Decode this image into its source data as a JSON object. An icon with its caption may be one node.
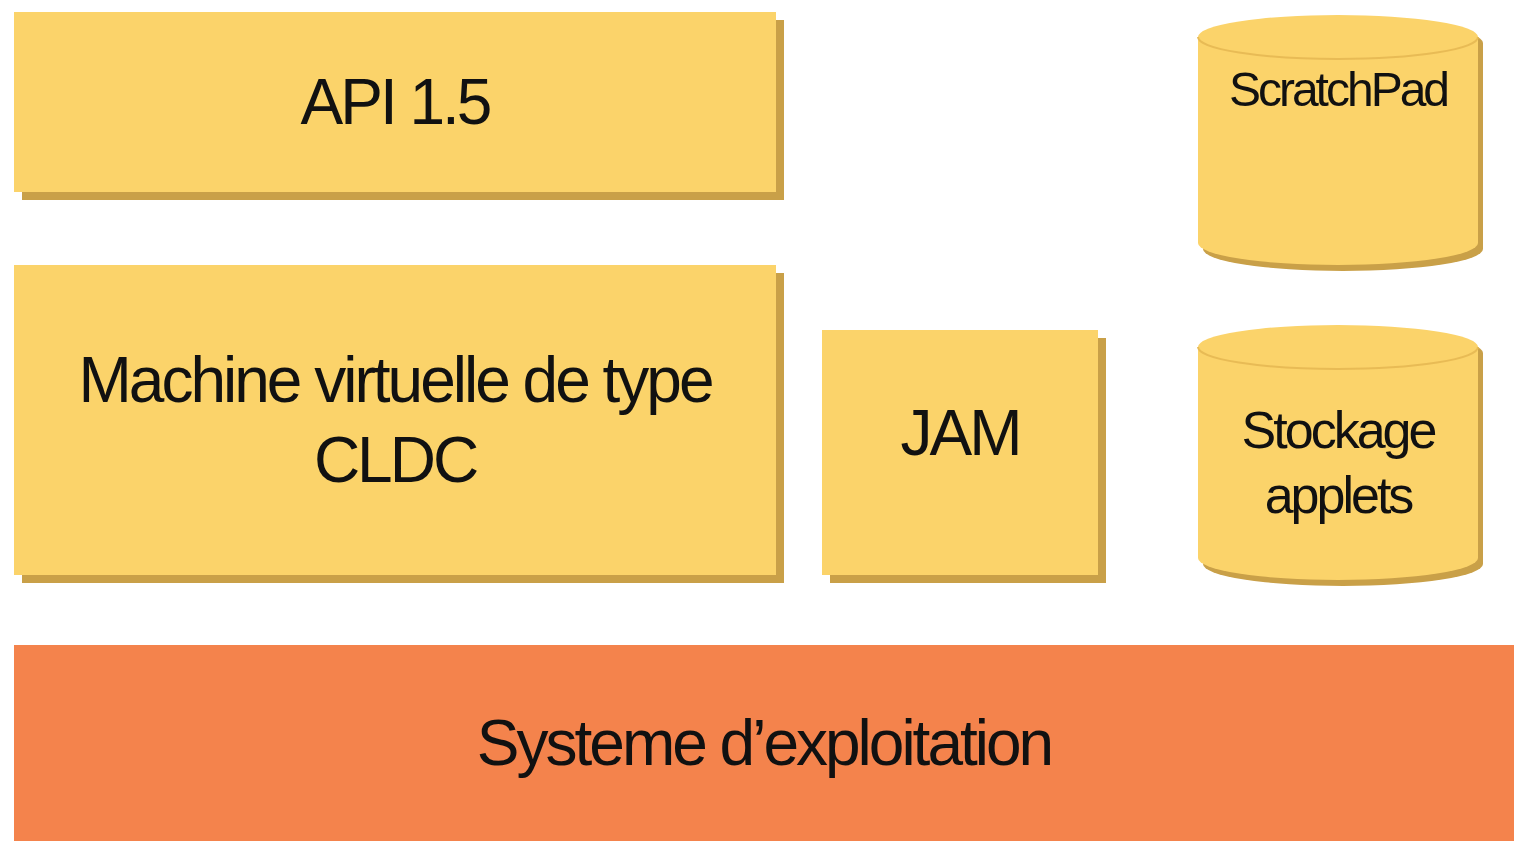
{
  "diagram": {
    "nodes": [
      {
        "text": [
          "API 1.5"
        ]
      },
      {
        "text": [
          "ScratchPad"
        ]
      },
      {
        "text": [
          "Machine virtuelle de type CLDC"
        ]
      },
      {
        "text": [
          "JAM"
        ]
      },
      {
        "text": [
          "Stockage applets"
        ]
      },
      {
        "text": [
          "Systeme d’exploitation"
        ]
      }
    ]
  }
}
